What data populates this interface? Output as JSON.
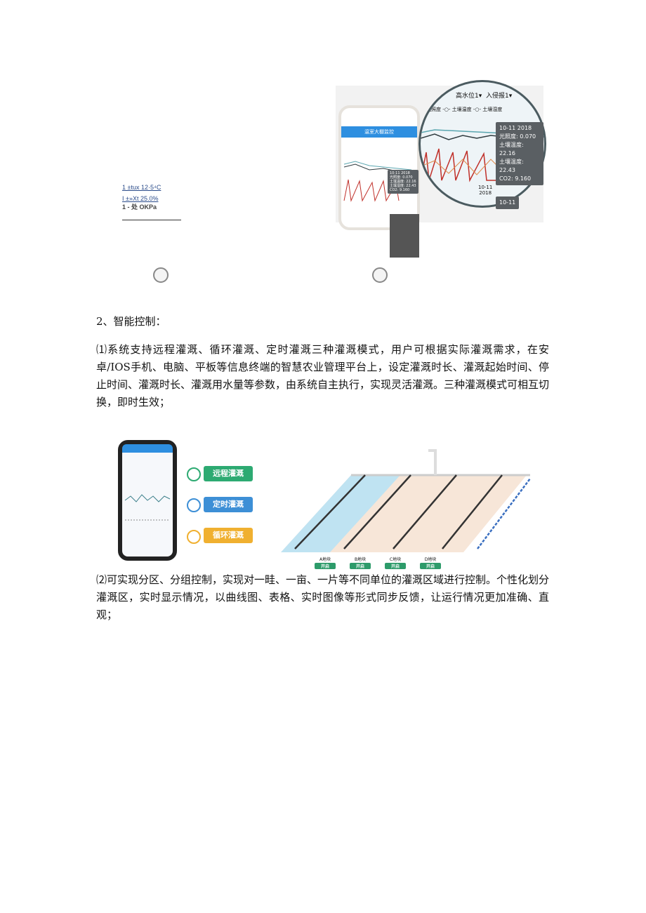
{
  "figure1": {
    "legend": [
      "1 ±tux 12·5⁴C",
      "I ±»Xt 25.0%",
      "1 - 处 OKPa"
    ],
    "phone": {
      "header": "温室大棚监控",
      "tooltip": [
        "10-11 2018",
        "光照度: 0.070",
        "土壤温度: 22.16",
        "土壤湿度: 22.43",
        "CO2: 9.160"
      ]
    },
    "magnifier": {
      "selectors": [
        "高水位1▾",
        "入侵报1▾"
      ],
      "series": [
        "光照度",
        "土壤温度",
        "土壤湿度"
      ],
      "tooltip": [
        "10-11 2018",
        "光照度: 0.070",
        "土壤温度: 22.16",
        "土壤温度: 22.43",
        "CO2: 9.160"
      ],
      "xlabel": "10-11\n2018",
      "tooltip2": "10-11"
    },
    "series_colors": {
      "light": "#c0302a",
      "soil_temp": "#2f3b3f",
      "soil_humidity": "#5aa6b0",
      "co2": "#e08a4a"
    }
  },
  "section": {
    "heading": "2、智能控制："
  },
  "paragraph1": "⑴系统支持远程灌溉、循环灌溉、定时灌溉三种灌溉模式，用户可根据实际灌溉需求，在安卓/IOS手机、电脑、平板等信息终端的智慧农业管理平台上，设定灌溉时长、灌溉起始时间、停止时间、灌溉时长、灌溉用水量等参数，由系统自主执行，实现灵活灌溉。三种灌溉模式可相互切换，即时生效；",
  "figure2": {
    "modes": [
      {
        "label": "远程灌溉",
        "color": "#2daa72"
      },
      {
        "label": "定时灌溉",
        "color": "#3d8fd6"
      },
      {
        "label": "循环灌溉",
        "color": "#f0b030"
      }
    ],
    "blocks": [
      {
        "name": "A地块",
        "status": "开启"
      },
      {
        "name": "B地块",
        "status": "开启"
      },
      {
        "name": "C地块",
        "status": "开启"
      },
      {
        "name": "D地块",
        "status": "开启"
      }
    ]
  },
  "paragraph2": "⑵可实现分区、分组控制，实现对一畦、一亩、一片等不同单位的灌溉区域进行控制。个性化划分灌溉区，实时显示情况，以曲线图、表格、实时图像等形式同步反馈，让运行情况更加准确、直观；"
}
